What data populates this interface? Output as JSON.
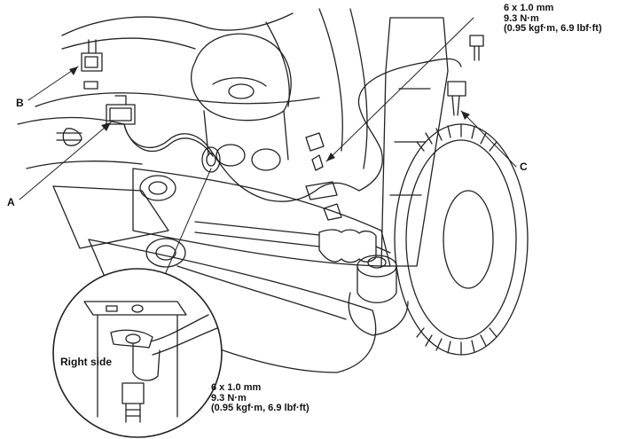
{
  "callouts": {
    "top_right": {
      "size": "6 x 1.0 mm",
      "torque": "9.3 N·m",
      "torque_alt": "(0.95 kgf·m, 6.9 lbf·ft)"
    },
    "bottom": {
      "size": "6 x 1.0 mm",
      "torque": "9.3 N·m",
      "torque_alt": "(0.95 kgf·m, 6.9 lbf·ft)"
    }
  },
  "labels": {
    "a": "A",
    "b": "B",
    "c": "C",
    "right_side": "Right side"
  },
  "colors": {
    "line": "#222222",
    "background": "#ffffff"
  }
}
